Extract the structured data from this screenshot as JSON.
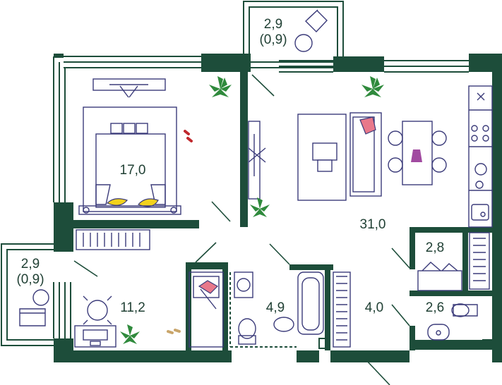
{
  "rooms": {
    "balcony_top": {
      "area": "2,9",
      "area_reduced": "(0,9)"
    },
    "bedroom": {
      "area": "17,0"
    },
    "living_kitchen": {
      "area": "31,0"
    },
    "balcony_left": {
      "area": "2,9",
      "area_reduced": "(0,9)"
    },
    "room_small": {
      "area": "11,2"
    },
    "bathroom": {
      "area": "4,9"
    },
    "hallway": {
      "area": "4,0"
    },
    "storage": {
      "area": "2,8"
    },
    "toilet": {
      "area": "2,6"
    }
  },
  "colors": {
    "walls": "#1d4d3a",
    "furniture": "#3b3b7a",
    "plants": "#2f8a3c",
    "pillows": "#f2d21b",
    "cushion": "#e8788a",
    "vase": "#a14aa0"
  }
}
